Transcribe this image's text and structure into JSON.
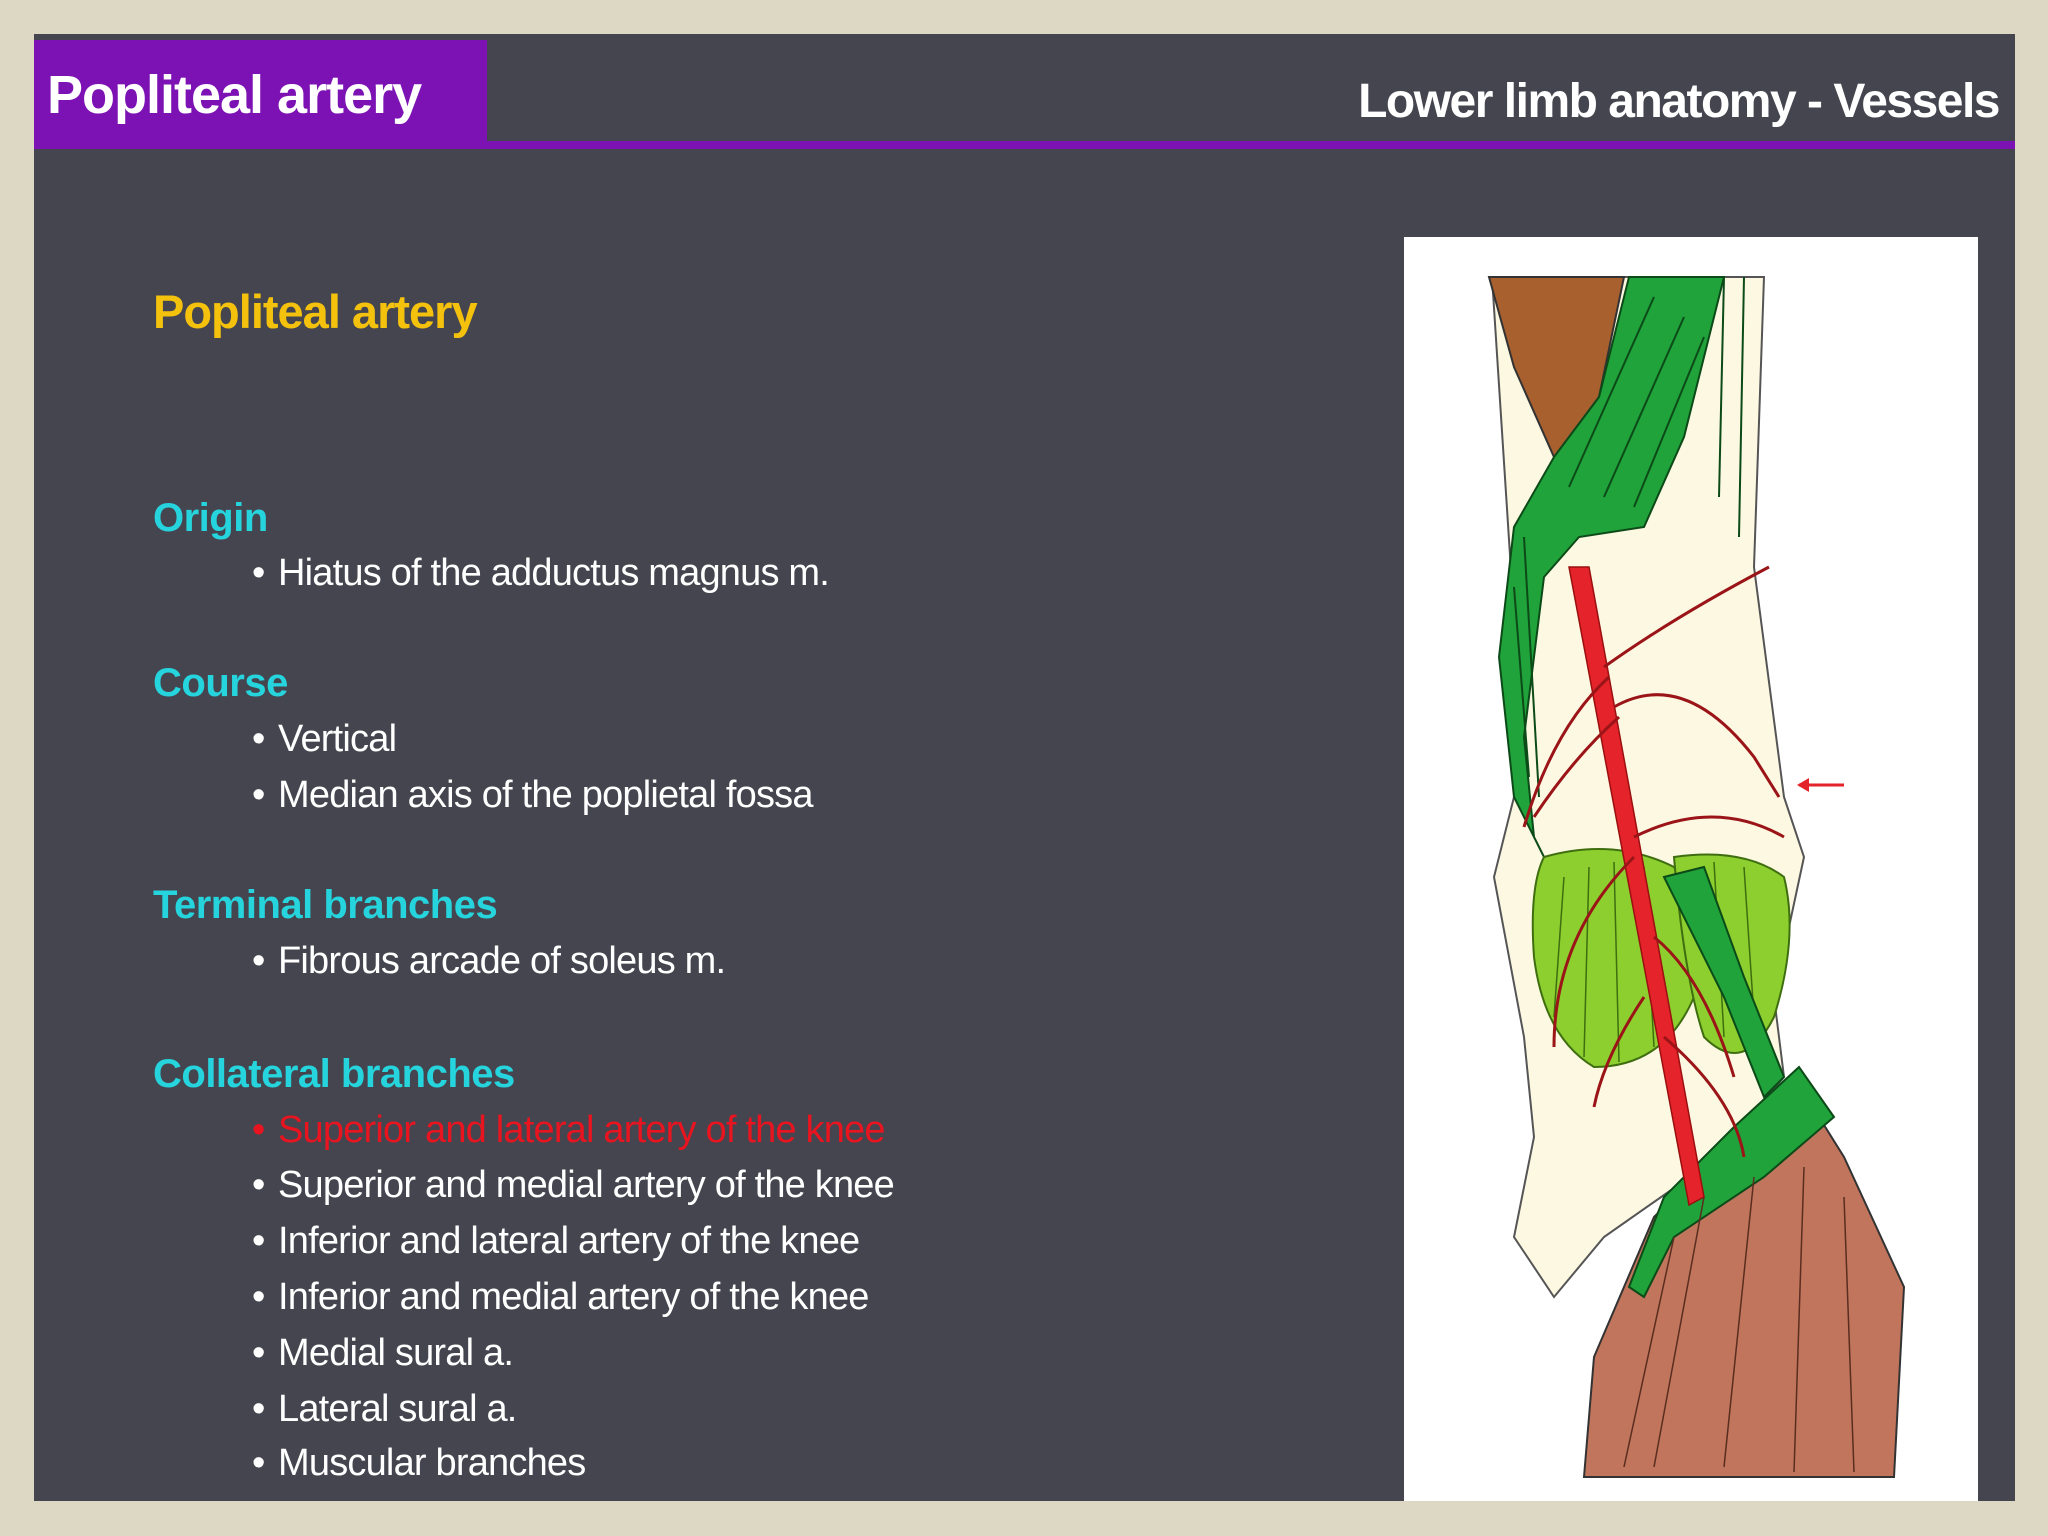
{
  "header": {
    "title": "Popliteal artery",
    "subtitle": "Lower limb anatomy - Vessels"
  },
  "content": {
    "title": "Popliteal artery",
    "sections": [
      {
        "heading": "Origin",
        "bullets": [
          "Hiatus of the adductus magnus m."
        ]
      },
      {
        "heading": "Course",
        "bullets": [
          "Vertical",
          "Median axis of the poplietal fossa"
        ]
      },
      {
        "heading": "Terminal branches",
        "bullets": [
          "Fibrous arcade of soleus m."
        ]
      },
      {
        "heading": "Collateral branches",
        "bullets": [
          "Superior and lateral artery of the knee",
          "Superior and medial artery of the knee",
          "Inferior and lateral artery of the knee",
          "Inferior and medial artery of the knee",
          "Medial sural a.",
          "Lateral sural a.",
          "Muscular branches"
        ]
      }
    ],
    "bullet_char": "•"
  },
  "colors": {
    "background": "#dcd8c4",
    "slide": "#45454f",
    "accent_purple": "#7d12b4",
    "title_yellow": "#f4c20d",
    "heading_cyan": "#25d4dc",
    "highlight_red": "#e8141f",
    "artery_red": "#e5232a",
    "muscle_green": "#1f9e3a",
    "muscle_brown": "#b86e55"
  }
}
